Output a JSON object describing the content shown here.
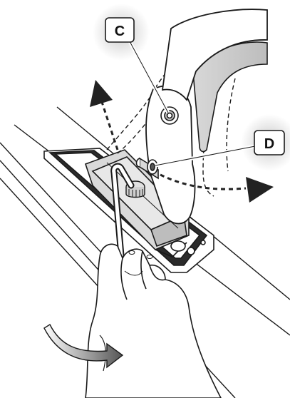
{
  "callouts": [
    {
      "id": "c",
      "label": "C",
      "target": "hinge-bolt"
    },
    {
      "id": "d",
      "label": "D",
      "target": "adjustment-screw"
    }
  ],
  "colors": {
    "outline": "#1a1a1a",
    "shadow": "#bdbdbd",
    "arrow": "#222222",
    "callout_fill": "#ffffff"
  },
  "icons": [
    "hex-key-icon",
    "hand-icon",
    "rotation-arrow-icon",
    "direction-arrow-icon"
  ]
}
